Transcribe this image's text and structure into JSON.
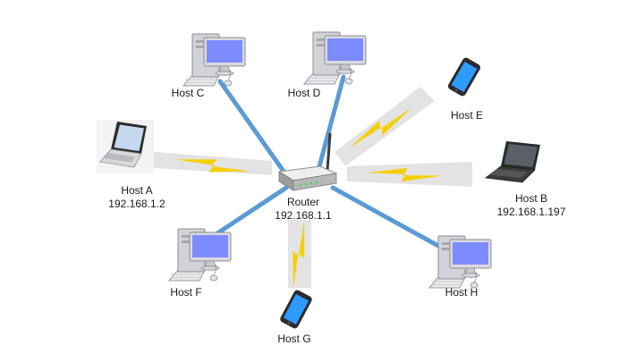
{
  "colors": {
    "wired_link": "#5b9bd5",
    "wireless_bolt": "#f5d000",
    "wireless_band": "#e3e3e3",
    "monitor_screen": "#7c8cff",
    "phone_screen": "#2e9bff"
  },
  "router": {
    "name": "Router",
    "ip": "192.168.1.1",
    "icon": "router-icon"
  },
  "hosts": {
    "a": {
      "name": "Host A",
      "ip": "192.168.1.2",
      "device": "laptop-icon",
      "link": "wireless"
    },
    "b": {
      "name": "Host B",
      "ip": "192.168.1.197",
      "device": "laptop-icon",
      "link": "wireless"
    },
    "c": {
      "name": "Host C",
      "device": "desktop-computer-icon",
      "link": "wired"
    },
    "d": {
      "name": "Host D",
      "device": "desktop-computer-icon",
      "link": "wired"
    },
    "e": {
      "name": "Host E",
      "device": "smartphone-icon",
      "link": "wireless"
    },
    "f": {
      "name": "Host F",
      "device": "desktop-computer-icon",
      "link": "wired"
    },
    "g": {
      "name": "Host G",
      "device": "smartphone-icon",
      "link": "wireless"
    },
    "h": {
      "name": "Host H",
      "device": "desktop-computer-icon",
      "link": "wired"
    }
  }
}
